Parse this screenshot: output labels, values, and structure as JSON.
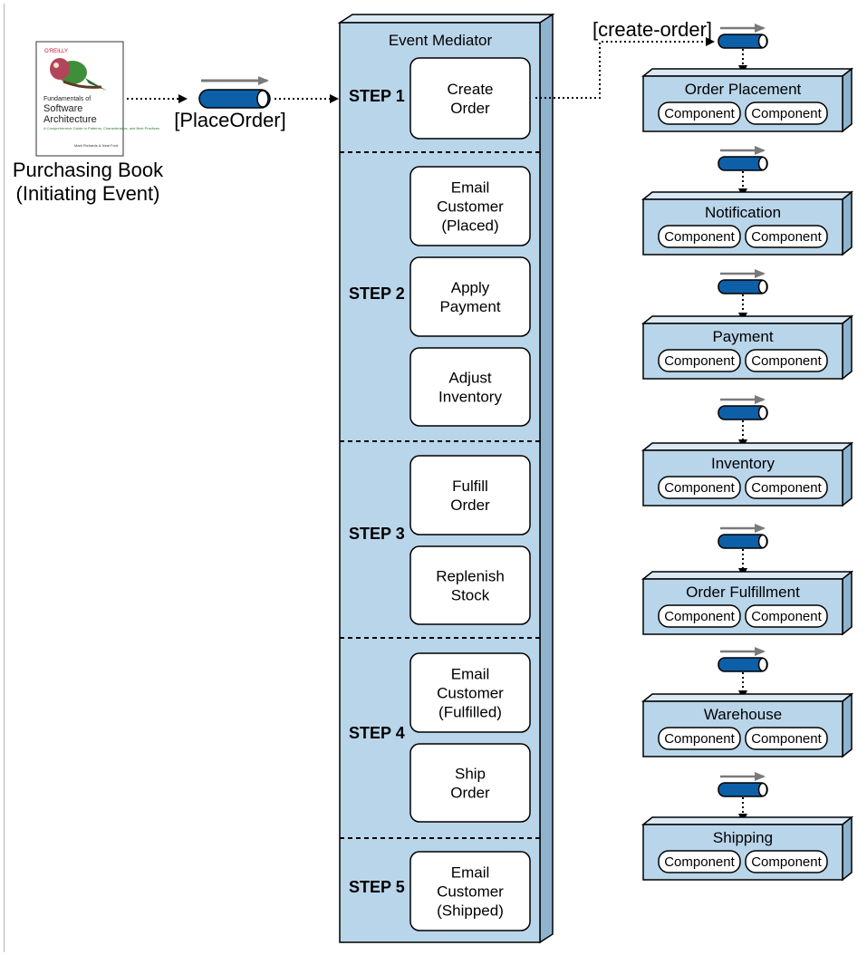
{
  "initiating_event": {
    "caption_line1": "Purchasing Book",
    "caption_line2": "(Initiating Event)",
    "book_cover": {
      "publisher": "O'REILLY",
      "title_line1": "Fundamentals of",
      "title_line2": "Software",
      "title_line3": "Architecture",
      "subtitle": "A Comprehensive Guide to Patterns, Characteristics, and Best Practices",
      "authors": "Mark Richards & Neal Ford"
    }
  },
  "input_queue": {
    "label": "[PlaceOrder]"
  },
  "mediator": {
    "title": "Event Mediator",
    "steps": [
      {
        "label": "STEP 1",
        "tasks": [
          [
            "Create",
            "Order"
          ]
        ]
      },
      {
        "label": "STEP 2",
        "tasks": [
          [
            "Email",
            "Customer",
            "(Placed)"
          ],
          [
            "Apply",
            "Payment"
          ],
          [
            "Adjust",
            "Inventory"
          ]
        ]
      },
      {
        "label": "STEP 3",
        "tasks": [
          [
            "Fulfill",
            "Order"
          ],
          [
            "Replenish",
            "Stock"
          ]
        ]
      },
      {
        "label": "STEP 4",
        "tasks": [
          [
            "Email",
            "Customer",
            "(Fulfilled)"
          ],
          [
            "Ship",
            "Order"
          ]
        ]
      },
      {
        "label": "STEP 5",
        "tasks": [
          [
            "Email",
            "Customer",
            "(Shipped)"
          ]
        ]
      }
    ]
  },
  "channel_label": "[create-order]",
  "processors": [
    {
      "name": "Order Placement",
      "components": [
        "Component",
        "Component"
      ]
    },
    {
      "name": "Notification",
      "components": [
        "Component",
        "Component"
      ]
    },
    {
      "name": "Payment",
      "components": [
        "Component",
        "Component"
      ]
    },
    {
      "name": "Inventory",
      "components": [
        "Component",
        "Component"
      ]
    },
    {
      "name": "Order Fulfillment",
      "components": [
        "Component",
        "Component"
      ]
    },
    {
      "name": "Warehouse",
      "components": [
        "Component",
        "Component"
      ]
    },
    {
      "name": "Shipping",
      "components": [
        "Component",
        "Component"
      ]
    }
  ],
  "colors": {
    "box_fill": "#b9d5ea",
    "box_side": "#8eb3cf",
    "queue_blue": "#0d5fa8",
    "arrow_gray": "#7a7a7a"
  }
}
